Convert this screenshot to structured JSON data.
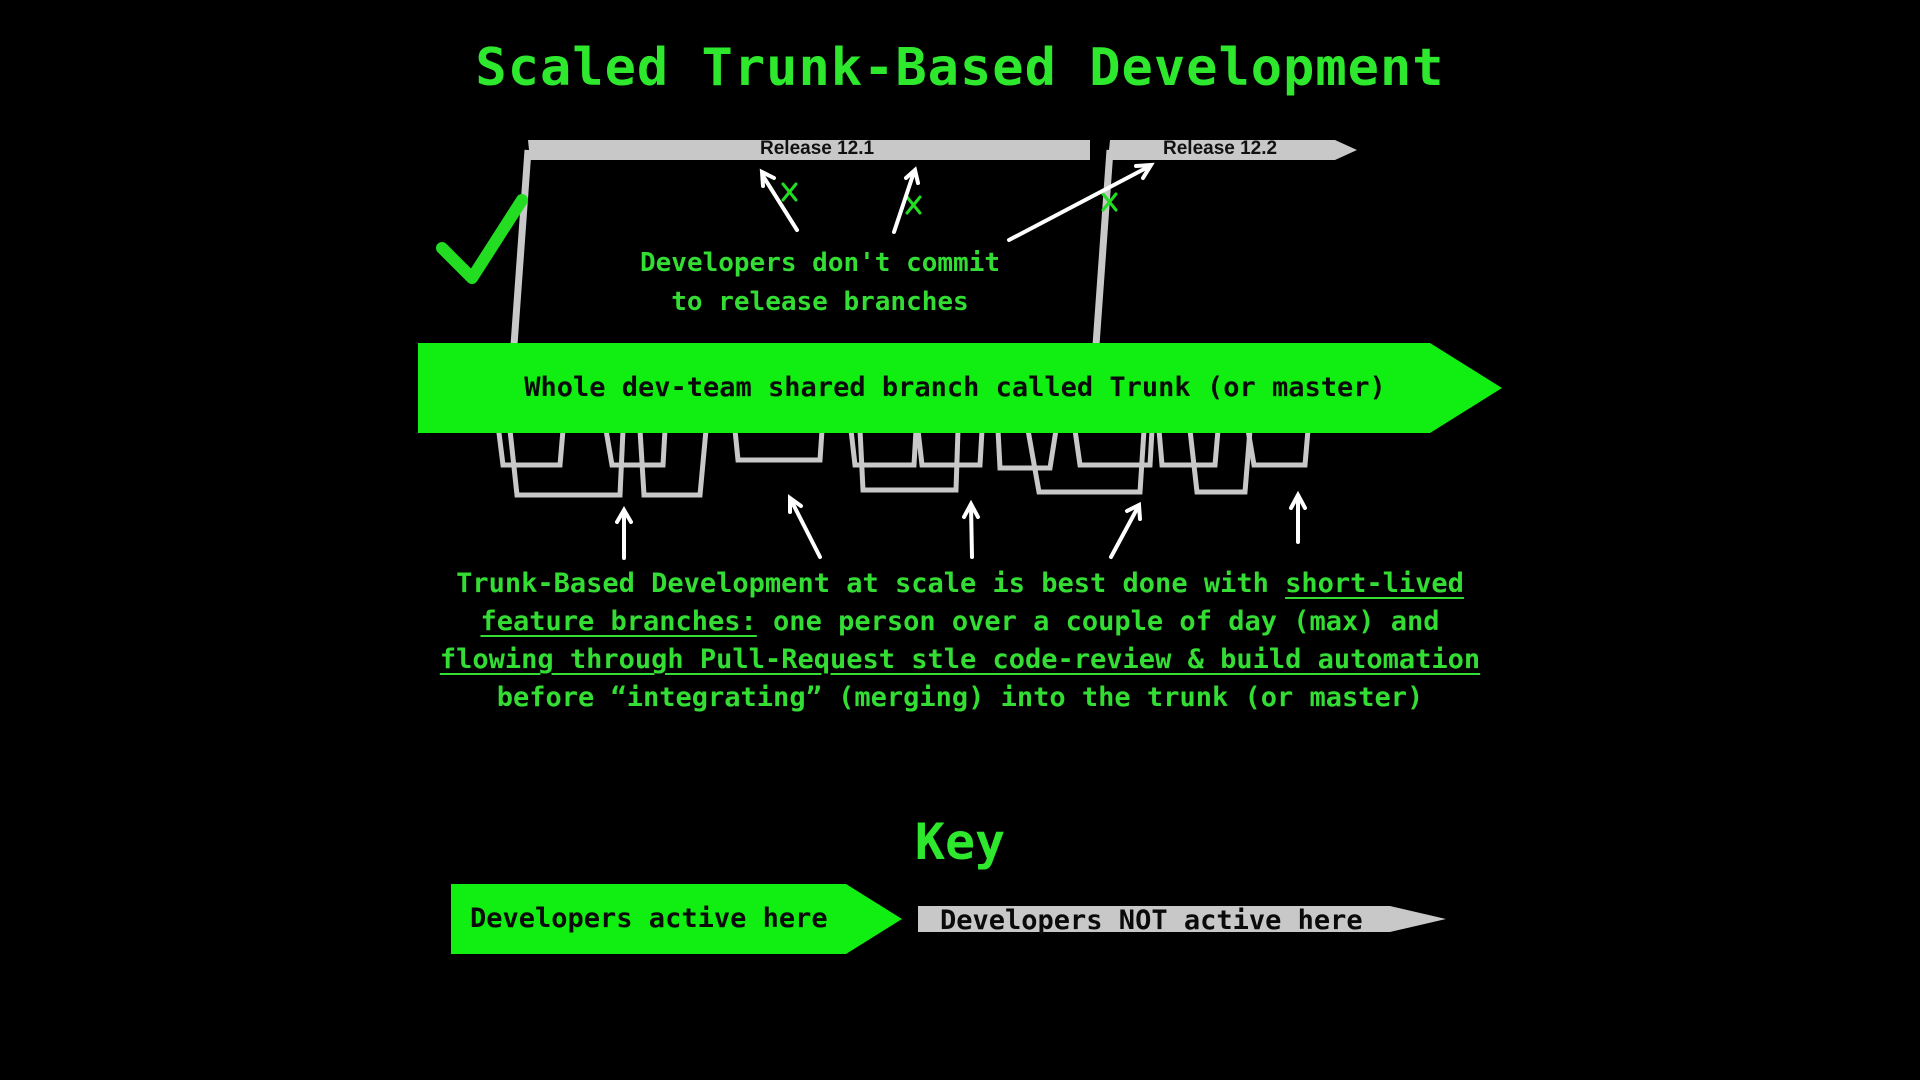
{
  "title": "Scaled Trunk-Based Development",
  "releases": [
    {
      "label": "Release 12.1"
    },
    {
      "label": "Release 12.2"
    }
  ],
  "annotation_release": {
    "line1": "Developers don't commit",
    "line2": "to release branches"
  },
  "trunk": {
    "label": "Whole dev-team shared branch called Trunk (or master)"
  },
  "explanation": {
    "part1": "Trunk-Based Development at scale is best done with ",
    "link1_a": "short-lived",
    "link1_b": "feature branches:",
    "part2": " one person over a couple of day (max) and",
    "link2": "flowing through Pull-Request stle code-review & build automation",
    "part3": "before “integrating” (merging) into the trunk (or master)"
  },
  "key": {
    "title": "Key",
    "active_label": "Developers active here",
    "inactive_label": "Developers NOT active here"
  },
  "colors": {
    "active_green": "#11ee11",
    "text_green": "#33dd33",
    "inactive_gray": "#c8c8c8",
    "arrow_white": "#ffffff",
    "background": "#000000"
  },
  "icons": {
    "check": "checkmark-icon",
    "cross": "x-mark-icon"
  }
}
